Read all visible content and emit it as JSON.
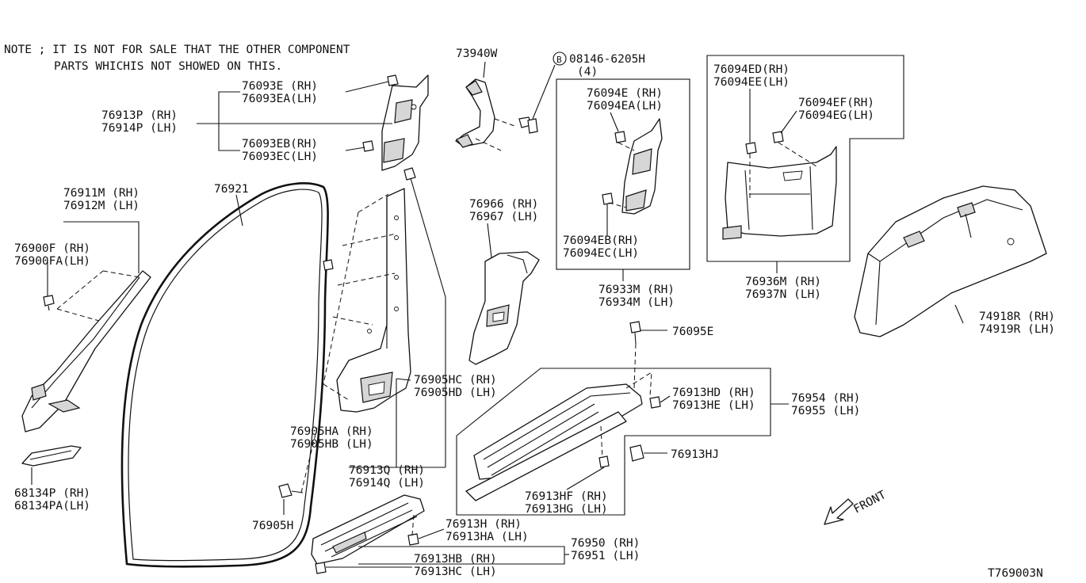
{
  "note": {
    "line1": "NOTE ; IT IS NOT FOR SALE THAT THE OTHER COMPONENT",
    "line2": "PARTS WHICHIS NOT SHOWED ON THIS."
  },
  "labels": {
    "p73940w": "73940W",
    "bolt_code": "08146-6205H",
    "bolt_qty": "(4)",
    "bolt_marker": "B",
    "p76093e": "76093E  (RH)",
    "p76093ea": "76093EA(LH)",
    "p76913p": "76913P (RH)",
    "p76914p": "76914P (LH)",
    "p76093eb": "76093EB(RH)",
    "p76093ec": "76093EC(LH)",
    "p76911m": "76911M (RH)",
    "p76912m": "76912M (LH)",
    "p76921": "76921",
    "p76900f": "76900F  (RH)",
    "p76900fa": "76900FA(LH)",
    "p68134p": "68134P  (RH)",
    "p68134pa": "68134PA(LH)",
    "p76905h": "76905H",
    "p76905hc": "76905HC (RH)",
    "p76905hd": "76905HD (LH)",
    "p76905ha": "76905HA (RH)",
    "p76905hb": "76905HB (LH)",
    "p76913q": "76913Q (RH)",
    "p76914q": "76914Q (LH)",
    "p76966": "76966 (RH)",
    "p76967": "76967 (LH)",
    "p76094e": "76094E  (RH)",
    "p76094ea": "76094EA(LH)",
    "p76094eb": "76094EB(RH)",
    "p76094ec": "76094EC(LH)",
    "p76933m": "76933M (RH)",
    "p76934m": "76934M (LH)",
    "p76094ed": "76094ED(RH)",
    "p76094ee": "76094EE(LH)",
    "p76094ef": "76094EF(RH)",
    "p76094eg": "76094EG(LH)",
    "p76936m": "76936M (RH)",
    "p76937n": "76937N (LH)",
    "p74918r": "74918R (RH)",
    "p74919r": "74919R (LH)",
    "p76095e": "76095E",
    "p76913hd": "76913HD (RH)",
    "p76913he": "76913HE (LH)",
    "p76954": "76954 (RH)",
    "p76955": "76955 (LH)",
    "p76913hj": "76913HJ",
    "p76913hf": "76913HF (RH)",
    "p76913hg": "76913HG (LH)",
    "p76913h": "76913H  (RH)",
    "p76913ha": "76913HA (LH)",
    "p76950": "76950 (RH)",
    "p76951": "76951 (LH)",
    "p76913hb": "76913HB (RH)",
    "p76913hc": "76913HC (LH)",
    "front": "FRONT",
    "diagram_id": "T769003N"
  }
}
